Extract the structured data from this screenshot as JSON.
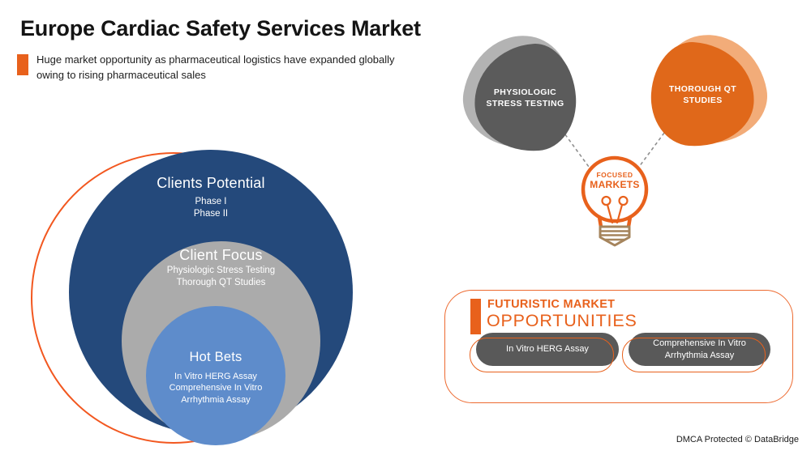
{
  "colors": {
    "accent_orange": "#E8611C",
    "light_orange": "#F2AC79",
    "blob_dark_gray": "#5B5B5B",
    "blob_light_gray": "#B3B3B3",
    "venn_dark_blue": "#24497B",
    "venn_gray": "#ABABAB",
    "venn_light_blue": "#5E8CCB",
    "bulb_base_tan": "#A5845C",
    "pill_gray": "#595959"
  },
  "header": {
    "title": "Europe Cardiac Safety Services Market",
    "subtitle_line1": "Huge market opportunity as pharmaceutical logistics have expanded globally",
    "subtitle_line2": "owing to rising pharmaceutical sales"
  },
  "venn": {
    "outer": {
      "label": "Clients Potential",
      "items": [
        "Phase I",
        "Phase II"
      ]
    },
    "middle": {
      "label": "Client Focus",
      "items": [
        "Physiologic Stress Testing",
        "Thorough QT Studies"
      ]
    },
    "inner": {
      "label": "Hot Bets",
      "items": [
        "In Vitro HERG Assay",
        "Comprehensive In Vitro",
        "Arrhythmia Assay"
      ]
    }
  },
  "focus_map": {
    "gray_blob_label": "PHYSIOLOGIC STRESS TESTING",
    "orange_blob_label": "THOROUGH QT STUDIES",
    "bulb_line1": "FOCUSED",
    "bulb_line2": "MARKETS"
  },
  "futuristic_panel": {
    "title_line1": "FUTURISTIC MARKET",
    "title_line2": "OPPORTUNITIES",
    "pills": [
      "In Vitro HERG Assay",
      "Comprehensive In Vitro Arrhythmia Assay"
    ]
  },
  "footer": {
    "copyright": "DMCA Protected © DataBridge"
  }
}
